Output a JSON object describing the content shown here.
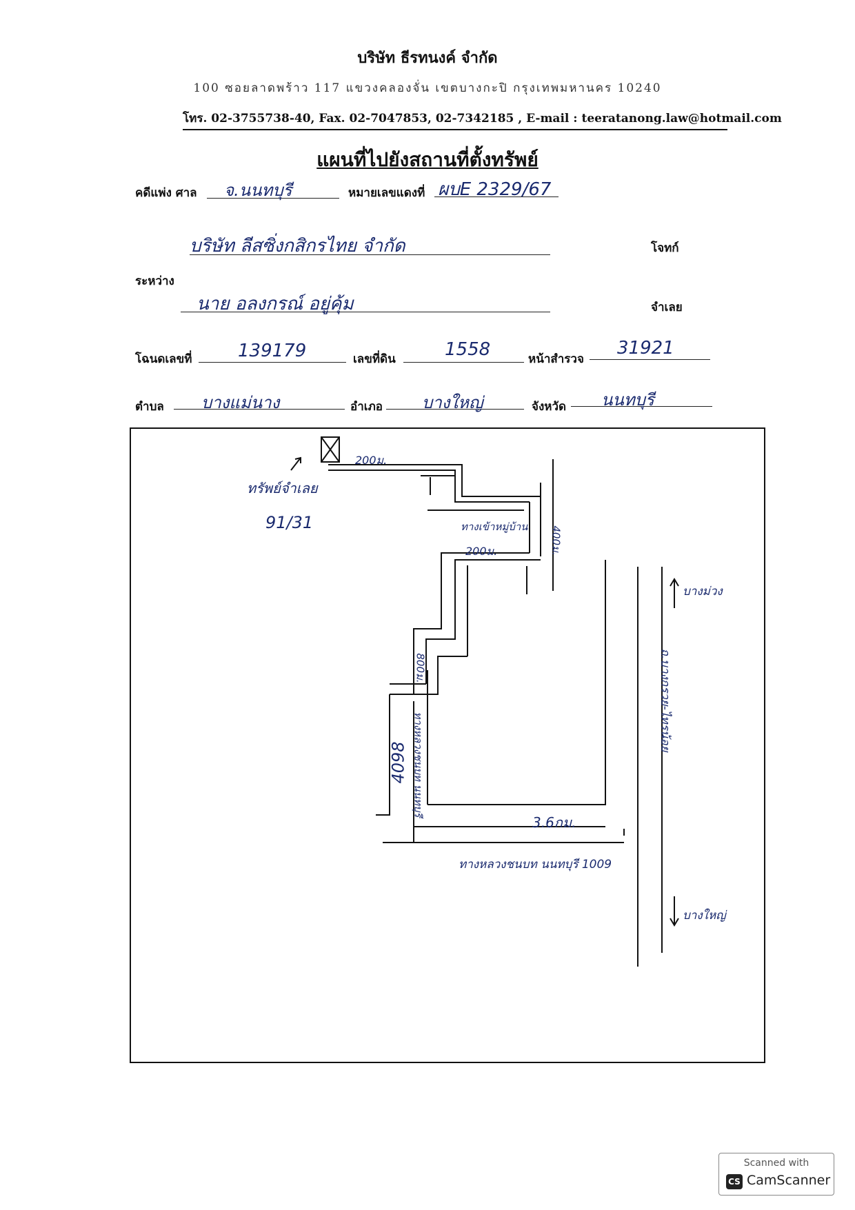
{
  "header": {
    "company": "บริษัท ธีรทนงค์ จำกัด",
    "address": "100 ซอยลาดพร้าว 117 แขวงคลองจั่น เขตบางกะปิ กรุงเทพมหานคร 10240",
    "contact": "โทร. 02-3755738-40, Fax. 02-7047853, 02-7342185 , E-mail : teeratanong.law@hotmail.com"
  },
  "title": "แผนที่ไปยังสถานที่ตั้งทรัพย์",
  "form": {
    "case_label": "คดีแพ่ง ศาล",
    "court_value": "จ.นนทบุรี",
    "red_case_label": "หมายเลขแดงที่",
    "red_case_value": "ผบE 2329/67",
    "plaintiff_value": "บริษัท ลีสซิ่งกสิกรไทย จำกัด",
    "plaintiff_label": "โจทก์",
    "between_label": "ระหว่าง",
    "defendant_value": "นาย อลงกรณ์ อยู่คุ้ม",
    "defendant_label": "จำเลย",
    "deed_label": "โฉนดเลขที่",
    "deed_value": "139179",
    "land_no_label": "เลขที่ดิน",
    "land_no_value": "1558",
    "survey_label": "หน้าสำรวจ",
    "survey_value": "31921",
    "subdistrict_label": "ตำบล",
    "subdistrict_value": "บางแม่นาง",
    "district_label": "อำเภอ",
    "district_value": "บางใหญ่",
    "province_label": "จังหวัด",
    "province_value": "นนทบุรี"
  },
  "map": {
    "property_label": "ทรัพย์จำเลย",
    "house_no": "91/31",
    "dist_1": "200ม.",
    "dist_2": "400ม.",
    "dist_3": "200ม.",
    "dist_4": "800ม.",
    "dist_5": "4098",
    "dist_6": "3.6กม.",
    "road_soi": "ทางเข้าหมู่บ้าน",
    "road_vertical": "ทางหลวงชนบท นนทบุรี",
    "road_bottom": "ทางหลวงชนบท นนทบุรี 1009",
    "road_right": "ถ.บางกรวย-ไทรน้อย",
    "dir_top": "บางม่วง",
    "dir_bottom": "บางใหญ่"
  },
  "stamp": {
    "line1": "Scanned with",
    "logo": "CS",
    "brand": "CamScanner"
  }
}
